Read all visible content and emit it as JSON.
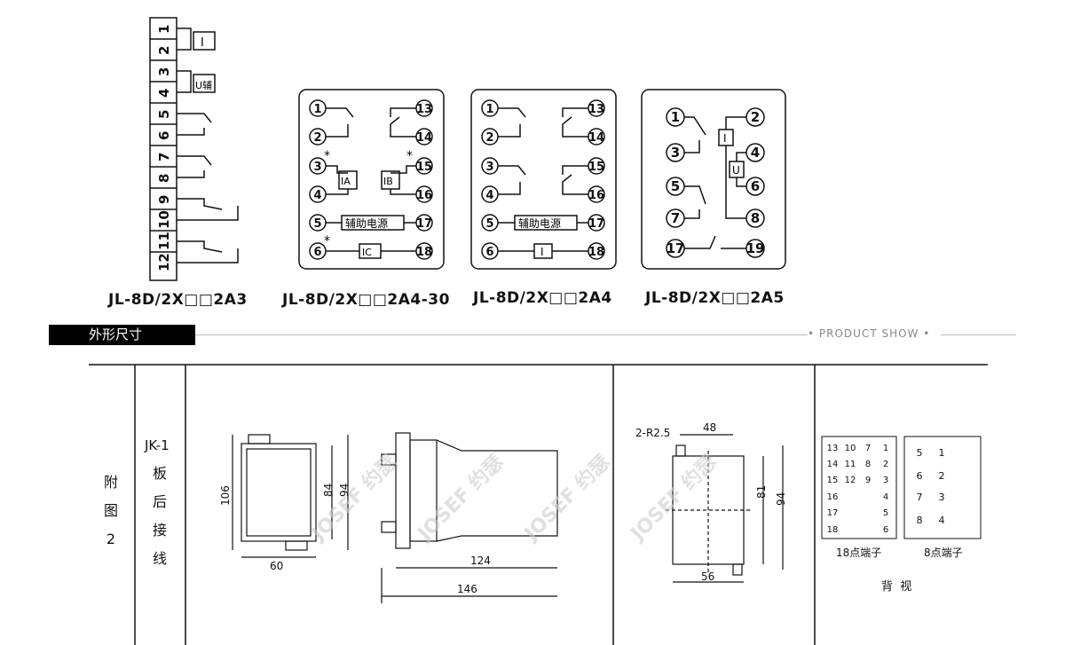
{
  "diagrams": {
    "a3_label": "JL-8D/2X□□2A3",
    "a430_label": "JL-8D/2X□□2A4-30",
    "a4_label": "JL-8D/2X□□2A4",
    "a5_label": "JL-8D/2X□□2A5",
    "terminals_12": [
      "1",
      "2",
      "3",
      "4",
      "5",
      "6",
      "7",
      "8",
      "9",
      "10",
      "11",
      "12"
    ],
    "coil_I": "I",
    "coil_U_aux": "U辅",
    "coil_IA": "IA",
    "coil_IB": "IB",
    "coil_IC": "IC",
    "coil_U": "U",
    "aux_power": "辅助电源",
    "star": "*"
  },
  "section_bar": {
    "title": "外形尺寸",
    "right_text": "• PRODUCT SHOW •"
  },
  "table": {
    "col1": [
      "附",
      "图",
      "2"
    ],
    "col2_top": "JK-1",
    "col2": [
      "板",
      "后",
      "接",
      "线"
    ],
    "dims": {
      "d106": "106",
      "d60": "60",
      "d84": "84",
      "d94": "94",
      "d124": "124",
      "d146": "146",
      "r25": "2-R2.5",
      "d48": "48",
      "d81": "81",
      "d94b": "94",
      "d56": "56"
    },
    "back": {
      "label18": "18点端子",
      "label8": "8点端子",
      "view": "背  视",
      "grid18": [
        [
          "13",
          "10",
          "7",
          "1"
        ],
        [
          "14",
          "11",
          "8",
          "2"
        ],
        [
          "15",
          "12",
          "9",
          "3"
        ],
        [
          "16",
          "",
          "",
          "4"
        ],
        [
          "17",
          "",
          "",
          "5"
        ],
        [
          "18",
          "",
          "",
          "6"
        ]
      ],
      "grid8": [
        [
          "5",
          "1"
        ],
        [
          "6",
          "2"
        ],
        [
          "7",
          "3"
        ],
        [
          "8",
          "4"
        ]
      ]
    },
    "watermark": "JOSEF 约瑟"
  }
}
